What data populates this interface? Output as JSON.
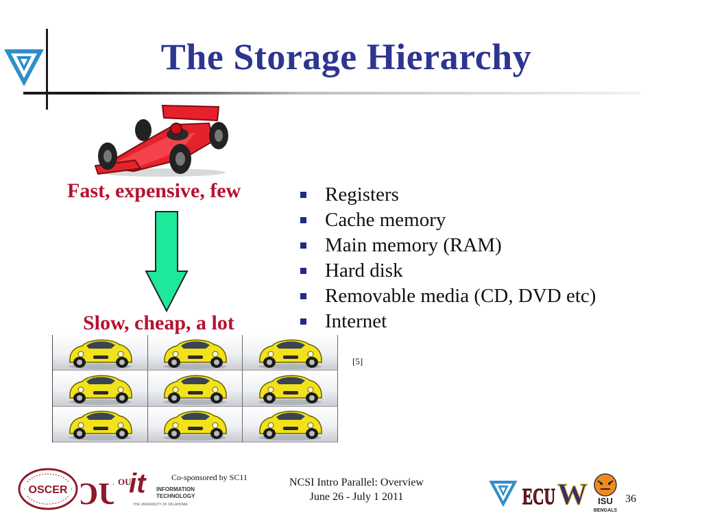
{
  "slide": {
    "title": "The Storage Hierarchy",
    "top_label": "Fast, expensive, few",
    "bottom_label": "Slow, cheap, a lot",
    "bullets": [
      "Registers",
      "Cache memory",
      "Main memory (RAM)",
      "Hard disk",
      "Removable media (CD, DVD etc)",
      "Internet"
    ],
    "reference": "[5]",
    "arrow_color": "#1ee89a",
    "title_color": "#2d3590",
    "label_color": "#b5122e"
  },
  "footer": {
    "cosponsor": "Co-sponsored by SC11",
    "line1": "NCSI Intro Parallel: Overview",
    "line2": "June 26 - July 1 2011",
    "page_number": "36",
    "logos": {
      "oscer": "OSCER",
      "ou": "OU",
      "it_small": "OU",
      "it_big": "it",
      "it_line1": "INFORMATION",
      "it_line2": "TECHNOLOGY",
      "it_line3": "THE UNIVERSITY OF OKLAHOMA",
      "ecu": "ECU",
      "w": "W",
      "isu": "ISU",
      "bengals": "BENGALS"
    }
  }
}
